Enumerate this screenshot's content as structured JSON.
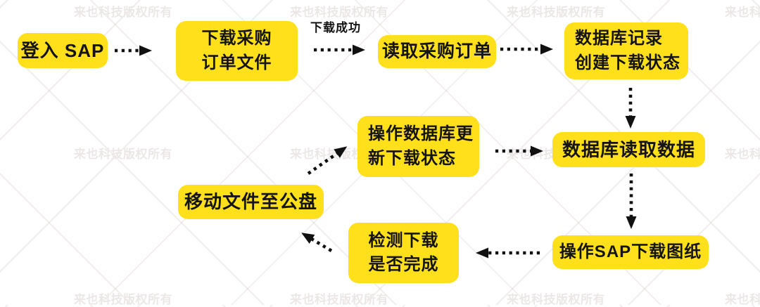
{
  "watermark": {
    "text": "来也科技版权所有"
  },
  "colors": {
    "node_bg": "#FFE01A",
    "node_text": "#141414",
    "arrow": "#111111",
    "watermark": "#ECE7E7"
  },
  "edge_labels": {
    "download_success": "下载成功"
  },
  "nodes": {
    "login_sap": {
      "label": "登入 SAP"
    },
    "download_po_file": {
      "label": "下载采购\n订单文件"
    },
    "read_po": {
      "label": "读取采购订单"
    },
    "db_record_create_status": {
      "label": "数据库记录\n创建下载状态"
    },
    "db_update_status": {
      "label": "操作数据库更\n新下载状态"
    },
    "db_read_data": {
      "label": "数据库读取数据"
    },
    "move_file_to_share": {
      "label": "移动文件至公盘"
    },
    "check_download_done": {
      "label": "检测下载\n是否完成"
    },
    "sap_download_drawing": {
      "label": "操作SAP下载图纸"
    }
  },
  "flow": {
    "edges": [
      {
        "from": "login_sap",
        "to": "download_po_file"
      },
      {
        "from": "download_po_file",
        "to": "read_po",
        "label": "下载成功"
      },
      {
        "from": "read_po",
        "to": "db_record_create_status"
      },
      {
        "from": "db_record_create_status",
        "to": "db_read_data"
      },
      {
        "from": "db_update_status",
        "to": "db_read_data"
      },
      {
        "from": "db_read_data",
        "to": "sap_download_drawing"
      },
      {
        "from": "sap_download_drawing",
        "to": "check_download_done"
      },
      {
        "from": "check_download_done",
        "to": "move_file_to_share"
      },
      {
        "from": "move_file_to_share",
        "to": "db_update_status"
      }
    ]
  }
}
